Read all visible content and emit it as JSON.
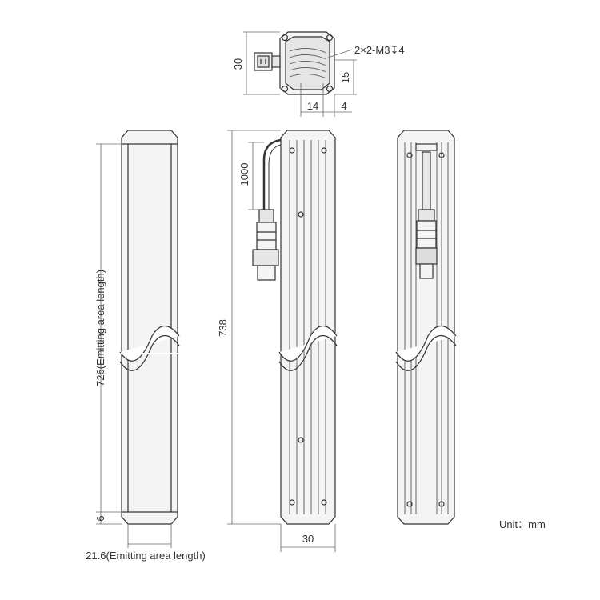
{
  "top_view": {
    "height_dim": "30",
    "thread_note": "2×2-M3↧4",
    "depth_dim": "15",
    "width_dim": "14",
    "offset_dim": "4"
  },
  "front_view": {
    "emitting_length": "726(Emitting area length)",
    "end_dim": "6",
    "emitting_width": "21.6(Emitting area length)"
  },
  "side_view": {
    "total_length": "738",
    "cable_length": "1000",
    "width_dim": "30"
  },
  "unit_label": "Unit：mm",
  "colors": {
    "line": "#333333",
    "dim_line": "#666666",
    "fill": "#f4f4f4",
    "dark": "#444444"
  }
}
